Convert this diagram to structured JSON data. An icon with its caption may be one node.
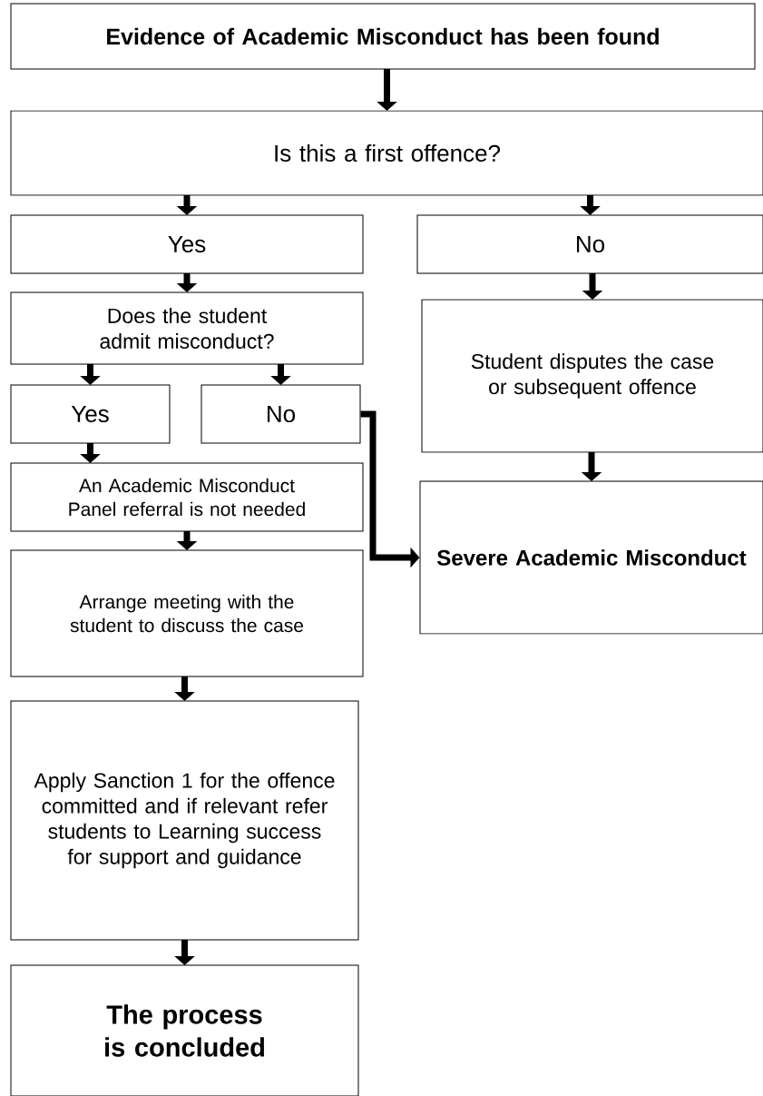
{
  "diagram": {
    "nodes": [
      {
        "text": [
          "Evidence of Academic Misconduct has been found"
        ]
      },
      {
        "text": [
          "Is this a first offence?"
        ]
      },
      {
        "text": [
          "Yes"
        ]
      },
      {
        "text": [
          "No"
        ]
      },
      {
        "text": [
          "Does the student admit misconduct?"
        ]
      },
      {
        "text": [
          "Student disputes the case or subsequent offence"
        ]
      },
      {
        "text": [
          "Yes"
        ]
      },
      {
        "text": [
          "No"
        ]
      },
      {
        "text": [
          "An Academic Misconduct Panel referral is not needed"
        ]
      },
      {
        "text": [
          "Severe Academic Misconduct"
        ]
      },
      {
        "text": [
          "Arrange meeting with the student to discuss the case"
        ]
      },
      {
        "text": [
          "Apply Sanction 1 for the offence committed and if relevant refer students to Learning success for support and guidance"
        ]
      },
      {
        "text": [
          "The process is concluded"
        ]
      }
    ],
    "edges": [
      {
        "from": 0,
        "to": 1,
        "arrow": "to"
      },
      {
        "from": 1,
        "to": 2,
        "arrow": "to"
      },
      {
        "from": 1,
        "to": 3,
        "arrow": "to"
      },
      {
        "from": 2,
        "to": 4,
        "arrow": "to"
      },
      {
        "from": 3,
        "to": 5,
        "arrow": "to"
      },
      {
        "from": 4,
        "to": 6,
        "arrow": "to"
      },
      {
        "from": 4,
        "to": 7,
        "arrow": "to"
      },
      {
        "from": 6,
        "to": 8,
        "arrow": "to"
      },
      {
        "from": 5,
        "to": 9,
        "arrow": "to"
      },
      {
        "from": 7,
        "to": 9,
        "arrow": "to"
      },
      {
        "from": 8,
        "to": 10,
        "arrow": "to"
      },
      {
        "from": 10,
        "to": 11,
        "arrow": "to"
      },
      {
        "from": 11,
        "to": 12,
        "arrow": "to"
      }
    ]
  }
}
